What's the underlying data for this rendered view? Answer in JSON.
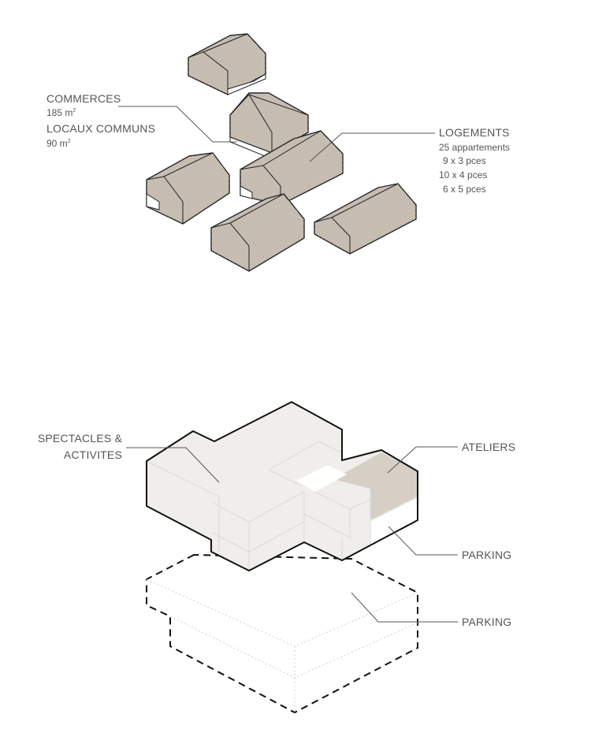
{
  "upper": {
    "commerces": {
      "title": "COMMERCES",
      "area_value": "185 m",
      "area_sup": "2"
    },
    "locaux": {
      "title": "LOCAUX COMMUNS",
      "area_value": "90 m",
      "area_sup": "2"
    },
    "logements": {
      "title": "LOGEMENTS",
      "lines": [
        "25 appartements",
        "9 x 3 pces",
        "10 x 4 pces",
        "6 x 5 pces"
      ]
    }
  },
  "lower": {
    "spectacles": [
      "SPECTACLES &",
      "ACTIVITES"
    ],
    "ateliers": "ATELIERS",
    "parking_ground": "PARKING",
    "parking_underground": "PARKING"
  },
  "colors": {
    "roof": "#c8bfb5",
    "mass": "#efeeea",
    "atelier": "#d6cfc6",
    "line": "#222222",
    "label": "#555555"
  }
}
